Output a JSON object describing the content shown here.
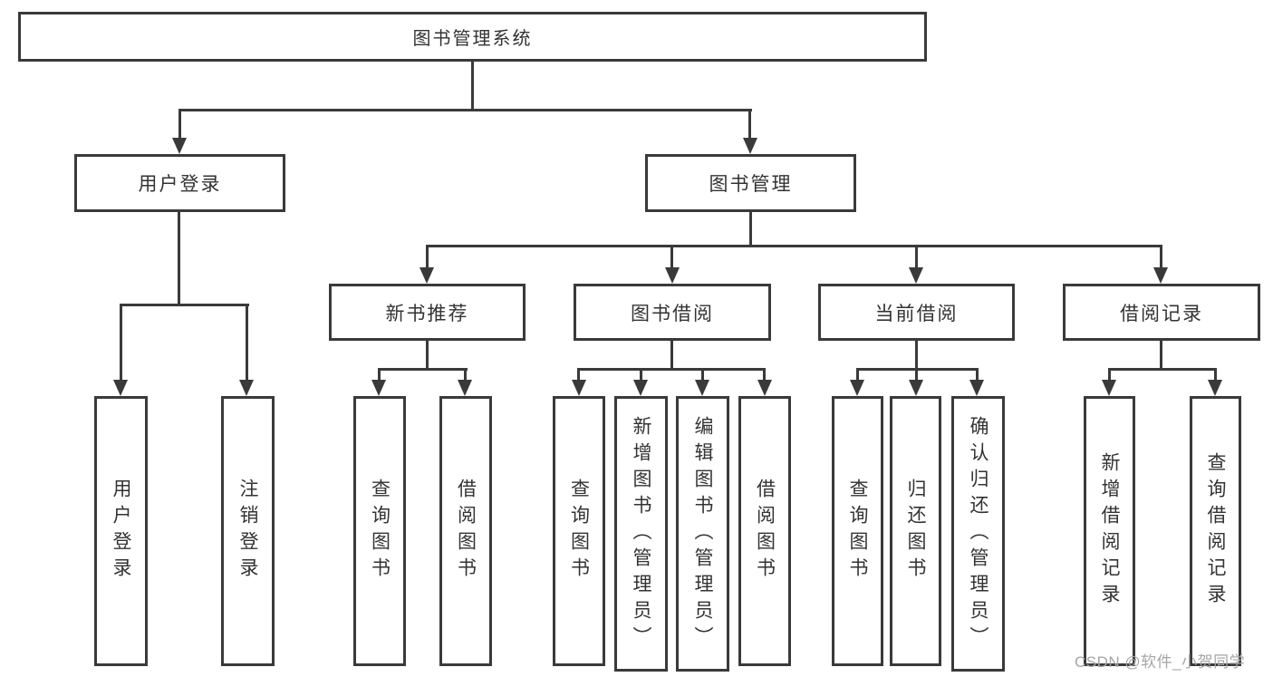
{
  "tree": {
    "root": {
      "label": "图书管理系统"
    },
    "children": [
      {
        "label": "用户登录",
        "leaves": [
          "用户登录",
          "注销登录"
        ]
      },
      {
        "label": "图书管理",
        "children": [
          {
            "label": "新书推荐",
            "leaves": [
              "查询图书",
              "借阅图书"
            ]
          },
          {
            "label": "图书借阅",
            "leaves": [
              "查询图书",
              "新增图书（管理员）",
              "编辑图书（管理员）",
              "借阅图书"
            ]
          },
          {
            "label": "当前借阅",
            "leaves": [
              "查询图书",
              "归还图书",
              "确认归还（管理员）"
            ]
          },
          {
            "label": "借阅记录",
            "leaves": [
              "新增借阅记录",
              "查询借阅记录"
            ]
          }
        ]
      }
    ]
  },
  "watermark": {
    "text": "CSDN @软件_小贺同学"
  },
  "colors": {
    "line": "#3a3a3a",
    "text": "#333333",
    "watermark": "#a6a6a6",
    "background": "#ffffff"
  }
}
